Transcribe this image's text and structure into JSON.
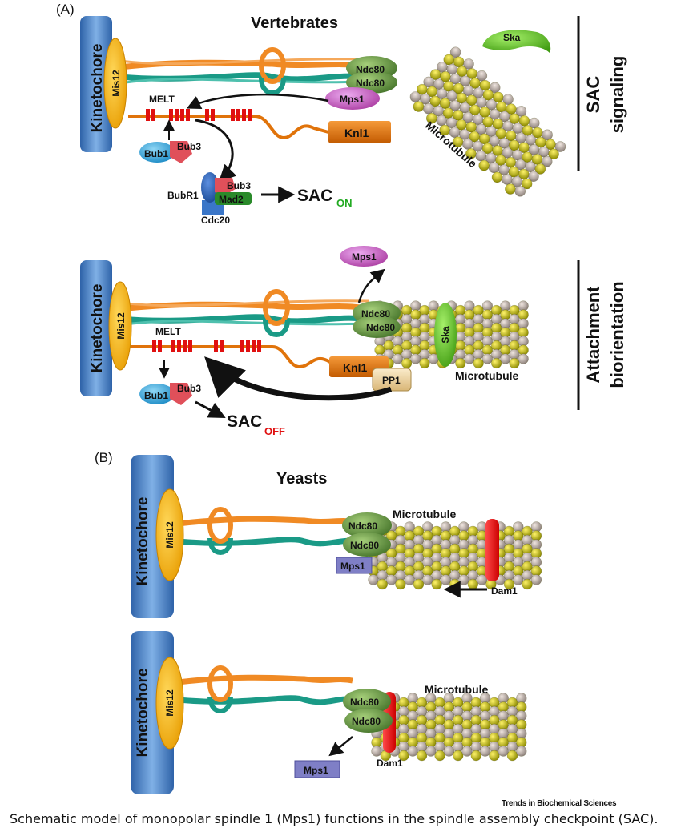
{
  "panels": {
    "a_label": "(A)",
    "b_label": "(B)"
  },
  "headings": {
    "vertebrates": "Vertebrates",
    "yeasts": "Yeasts"
  },
  "side_labels": {
    "sac": "SAC",
    "signaling": "signaling",
    "attachment": "Attachment",
    "biorientation": "biorientation"
  },
  "components": {
    "kinetochore": "Kinetochore",
    "mis12": "Mis12",
    "ndc80": "Ndc80",
    "mps1": "Mps1",
    "melt": "MELT",
    "knl1": "Knl1",
    "bub1": "Bub1",
    "bub3": "Bub3",
    "bubr1": "BubR1",
    "mad2": "Mad2",
    "cdc20": "Cdc20",
    "ska": "Ska",
    "pp1": "PP1",
    "microtubule": "Microtubule",
    "dam1": "Dam1"
  },
  "sac": {
    "label": "SAC",
    "on": "ON",
    "off": "OFF"
  },
  "colors": {
    "kinetochore": "#4f86c6",
    "mis12": "#f5b400",
    "orange_fiber": "#f08a24",
    "teal_fiber": "#1a9a86",
    "ndc80": "#5f8f3e",
    "mps1_violet": "#c05cbc",
    "mps1_box": "#7f7fc6",
    "knl1": "#e0730a",
    "melt_red": "#e01010",
    "bub1": "#2aa0d8",
    "bub3": "#e0505a",
    "ska": "#5cc020",
    "pp1": "#f0d8a0",
    "dam1": "#ff1a1a",
    "on": "#22aa22",
    "off": "#e01010"
  },
  "footer": {
    "credit": "Trends in Biochemical Sciences",
    "caption": "Schematic model of monopolar spindle 1 (Mps1) functions in the spindle assembly checkpoint (SAC)."
  }
}
